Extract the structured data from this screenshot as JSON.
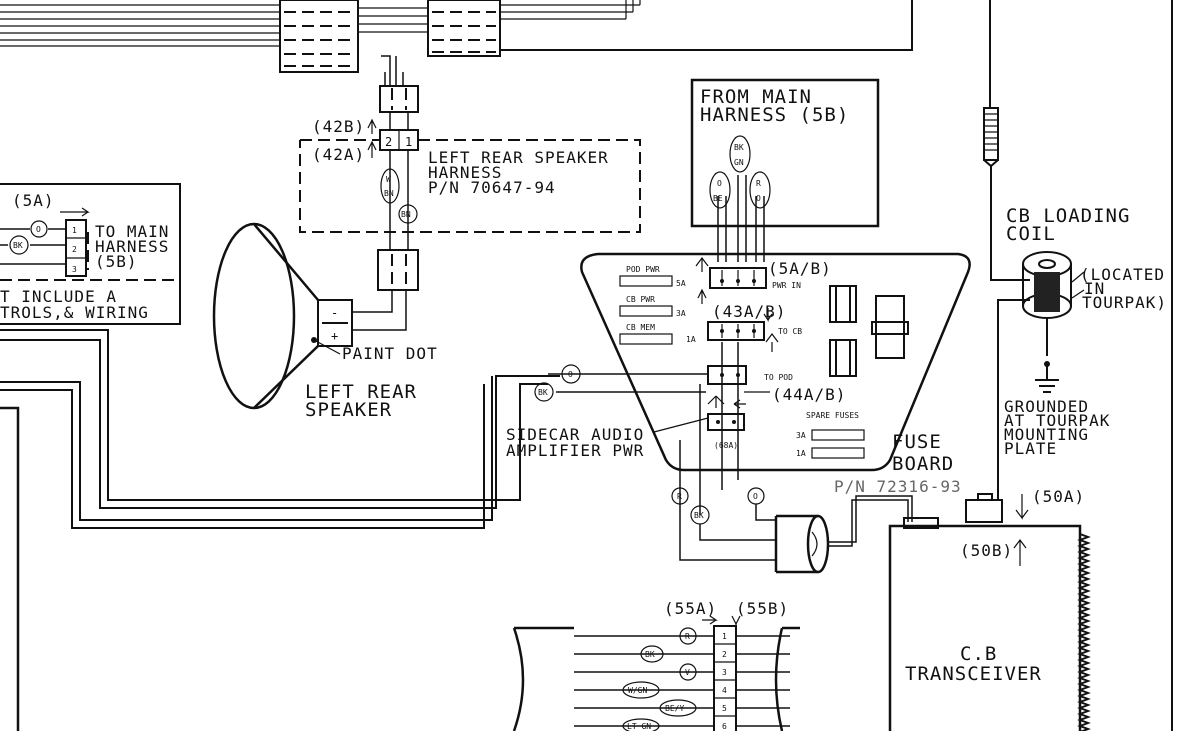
{
  "labels": {
    "from_main_1": "FROM MAIN",
    "from_main_2": "HARNESS (5B)",
    "lrsh_1": "LEFT REAR SPEAKER",
    "lrsh_2": "HARNESS",
    "lrsh_3": "P/N 70647-94",
    "conn_42b": "(42B)",
    "conn_42a": "(42A)",
    "conn_5a_left": "(5A)",
    "to_main_1": "TO MAIN",
    "to_main_2": "HARNESS",
    "to_main_3": "(5B)",
    "left_note_1": "T INCLUDE A",
    "left_note_2": "TROLS,& WIRING",
    "paint_dot": "PAINT DOT",
    "lrs_1": "LEFT REAR",
    "lrs_2": "SPEAKER",
    "sidecar_1": "SIDECAR AUDIO",
    "sidecar_2": "AMPLIFIER PWR",
    "fuse_board_1": "FUSE",
    "fuse_board_2": "BOARD",
    "fuse_pn": "P/N 72316-93",
    "cb_coil_1": "CB LOADING",
    "cb_coil_2": "COIL",
    "located_1": "(LOCATED",
    "located_2": "IN",
    "located_3": "TOURPAK)",
    "ground_1": "GROUNDED",
    "ground_2": "AT TOURPAK",
    "ground_3": "MOUNTING",
    "ground_4": "PLATE",
    "conn_50a": "(50A)",
    "conn_50b": "(50B)",
    "cb_trans_1": "C.B",
    "cb_trans_2": "TRANSCEIVER",
    "conn_55a": "(55A)",
    "conn_55b": "(55B)",
    "conn_5ab": "(5A/B)",
    "pwr_in": "PWR IN",
    "conn_43ab": "(43A/B)",
    "to_cb": "TO CB",
    "to_pod": "TO POD",
    "conn_44ab": "(44A/B)",
    "conn_68a": "(68A)",
    "spare_fuses": "SPARE FUSES",
    "pod_pwr": "POD PWR",
    "cb_pwr": "CB PWR",
    "cb_mem": "CB MEM",
    "a5": "5A",
    "a3": "3A",
    "a1": "1A",
    "a3s": "3A",
    "a1s": "1A",
    "a1b": "1A"
  },
  "wires": {
    "o": "O",
    "bk": "BK",
    "r": "R",
    "v": "V",
    "bn": "BN",
    "gn": "GN",
    "be": "BE",
    "w": "W",
    "w_gn": "W/GN",
    "be_y": "BE/Y",
    "lt_gn": "LT GN"
  },
  "pins": {
    "p1": "1",
    "p2": "2",
    "p3": "3",
    "p4": "4",
    "p5": "5",
    "p6": "6"
  },
  "icons": {
    "speaker": "speaker-icon",
    "coil": "coil-icon",
    "ground": "ground-icon",
    "antenna": "antenna-icon"
  }
}
